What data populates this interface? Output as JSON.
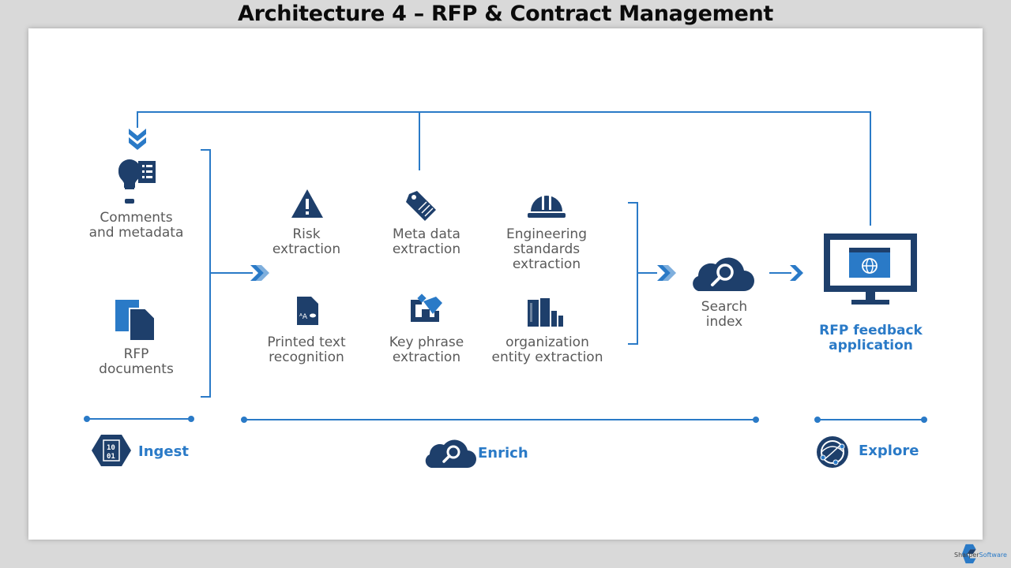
{
  "title": "Architecture 4 – RFP & Contract Management",
  "colors": {
    "primary": "#1e3f6b",
    "accent": "#2a7ac7",
    "background": "#d9d9d9"
  },
  "sources": [
    {
      "label": "Comments\nand metadata",
      "icon": "lightbulb-document-icon"
    },
    {
      "label": "RFP\ndocuments",
      "icon": "documents-icon"
    }
  ],
  "skills": [
    {
      "label": "Risk\nextraction",
      "icon": "warning-icon"
    },
    {
      "label": "Meta data\nextraction",
      "icon": "tag-icon"
    },
    {
      "label": "Engineering\nstandards\nextraction",
      "icon": "hard-hat-icon"
    },
    {
      "label": "Printed text\nrecognition",
      "icon": "ocr-document-icon"
    },
    {
      "label": "Key phrase\nextraction",
      "icon": "key-phrase-icon"
    },
    {
      "label": "organization\nentity extraction",
      "icon": "buildings-icon"
    }
  ],
  "search_index": {
    "label": "Search\nindex",
    "icon": "cloud-search-icon"
  },
  "app": {
    "label": "RFP feedback\napplication",
    "icon": "monitor-globe-icon"
  },
  "stages": [
    {
      "label": "Ingest",
      "icon": "binary-hexagon-icon"
    },
    {
      "label": "Enrich",
      "icon": "cloud-search-icon"
    },
    {
      "label": "Explore",
      "icon": "globe-network-icon"
    }
  ],
  "logo": {
    "text_a": "Sharper",
    "text_b": "Software"
  }
}
